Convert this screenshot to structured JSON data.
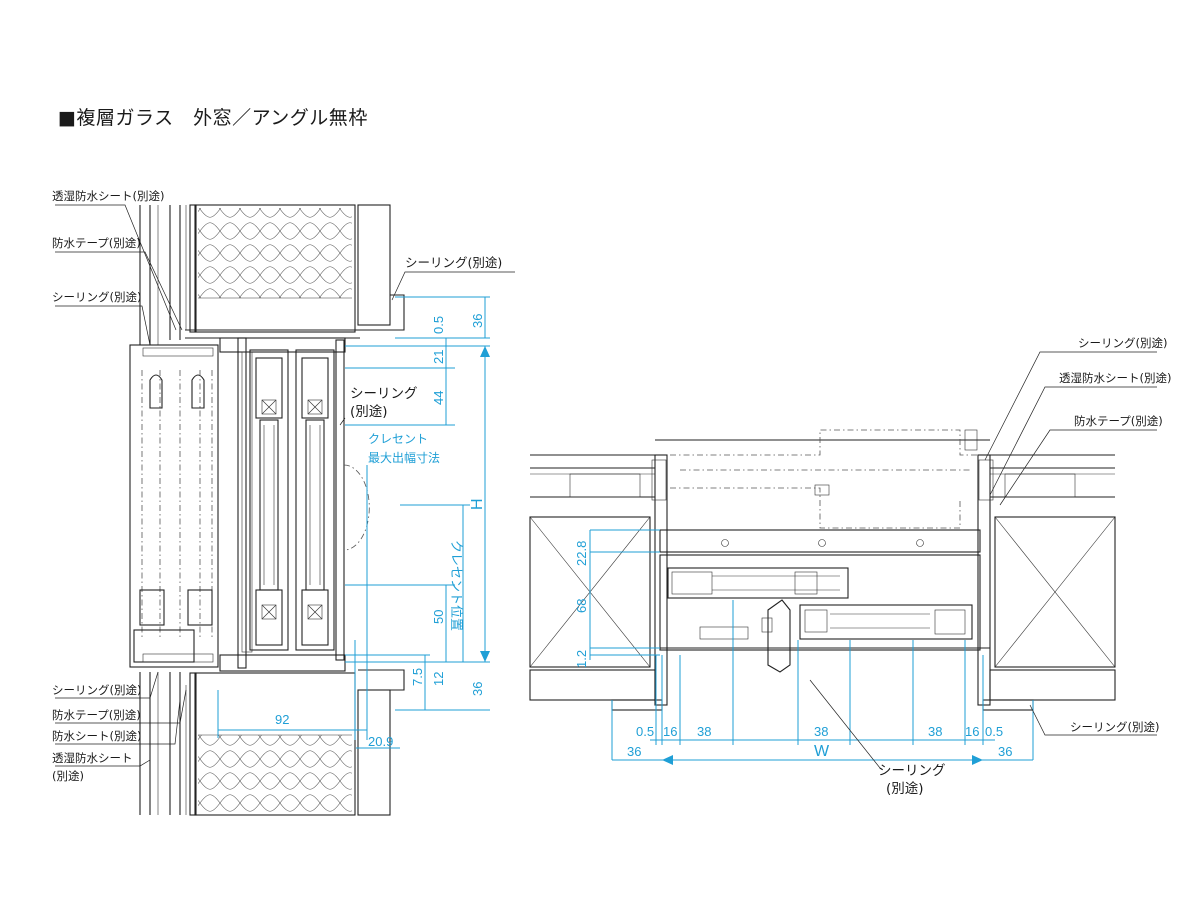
{
  "title": "■複層ガラス　外窓／アングル無枠",
  "section_view": {
    "labels": {
      "moisture_sheet_top": "透湿防水シート(別途)",
      "tape_top": "防水テープ(別途)",
      "sealing_top_left": "シーリング(別途)",
      "sealing_top_right": "シーリング(別途)",
      "sealing_mid_1": "シーリング",
      "sealing_mid_2": "(別途)",
      "crescent_1": "クレセント",
      "crescent_2": "最大出幅寸法",
      "crescent_pos": "クレセント位置",
      "sealing_bottom": "シーリング(別途)",
      "tape_bottom": "防水テープ(別途)",
      "tape_bottom2": "防水シート(別途)",
      "moisture_sheet_bottom_1": "透湿防水シート",
      "moisture_sheet_bottom_2": "(別途)"
    },
    "dims": {
      "d36_top": "36",
      "d0_5": "0.5",
      "d21": "21",
      "d44": "44",
      "H": "H",
      "d50": "50",
      "d7_5": "7.5",
      "d12": "12",
      "d36_bottom": "36",
      "d92": "92",
      "d20_9": "20.9"
    }
  },
  "plan_view": {
    "labels": {
      "sealing_r1": "シーリング(別途)",
      "moisture_sheet_r": "透湿防水シート(別途)",
      "tape_r": "防水テープ(別途)",
      "sealing_r2": "シーリング(別途)",
      "sealing_bottom_1": "シーリング",
      "sealing_bottom_2": "(別途)"
    },
    "dims": {
      "d22_8": "22.8",
      "d68": "68",
      "d1_2": "1.2",
      "d0_5_left": "0.5",
      "d16_left": "16",
      "d38_left": "38",
      "d38_mid": "38",
      "d38_right": "38",
      "d16_right": "16",
      "d0_5_right": "0.5",
      "d36_left": "36",
      "W": "W",
      "d36_right": "36"
    }
  },
  "colors": {
    "dimension": "#1f9fd6",
    "line": "#222222"
  }
}
